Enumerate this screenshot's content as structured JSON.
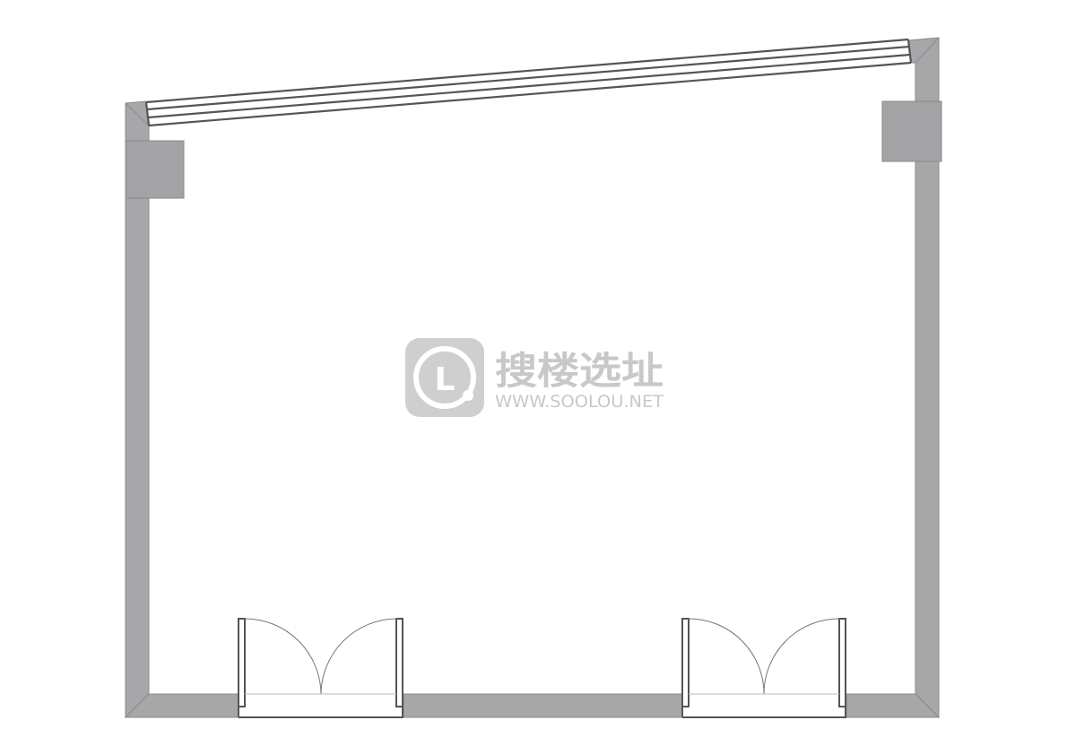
{
  "plan": {
    "title": "Floor plan",
    "colors": {
      "wall": "#a7a7a9",
      "wall_stroke": "#8a8a8c",
      "column": "#a3a3a6",
      "line": "#555555",
      "watermark": "#c8c8c8"
    }
  },
  "watermark": {
    "brand_cn": "搜楼选址",
    "url": "WWW.SOOLOU.NET",
    "logo_letter": "L"
  }
}
